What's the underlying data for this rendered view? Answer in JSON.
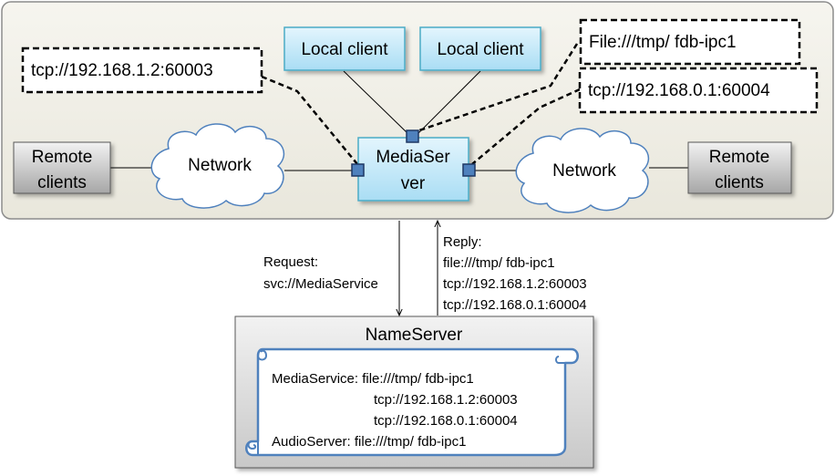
{
  "nodes": {
    "local_client_1": "Local client",
    "local_client_2": "Local client",
    "mediaserver_line1": "MediaSer",
    "mediaserver_line2": "ver",
    "network_left": "Network",
    "network_right": "Network",
    "remote_left_line1": "Remote",
    "remote_left_line2": "clients",
    "remote_right_line1": "Remote",
    "remote_right_line2": "clients",
    "nameserver_title": "NameServer"
  },
  "endpoints": {
    "tcp_left": "tcp://192.168.1.2:60003",
    "file_top": "File:///tmp/ fdb-ipc1",
    "tcp_right": "tcp://192.168.0.1:60004"
  },
  "request": {
    "line1": "Request:",
    "line2": "svc://MediaService"
  },
  "reply": {
    "line1": "Reply:",
    "line2": "file:///tmp/ fdb-ipc1",
    "line3": "tcp://192.168.1.2:60003",
    "line4": "tcp://192.168.0.1:60004"
  },
  "registry": {
    "line1": "MediaService: file:///tmp/ fdb-ipc1",
    "line2": "tcp://192.168.1.2:60003",
    "line3": "tcp://192.168.0.1:60004",
    "line4": "AudioServer: file:///tmp/ fdb-ipc1"
  },
  "colors": {
    "panel_fill": "#eeece1",
    "panel_border": "#8c8c8c",
    "client_fill": "#b7e3f7",
    "client_border": "#4bacc6",
    "port_fill": "#4f81bd",
    "port_border": "#1f3864",
    "cloud_border": "#4f81bd",
    "remote_fill": "#bfbfbf",
    "scroll_border": "#4f81bd",
    "nameserver_fill": "#d9d9d9"
  }
}
